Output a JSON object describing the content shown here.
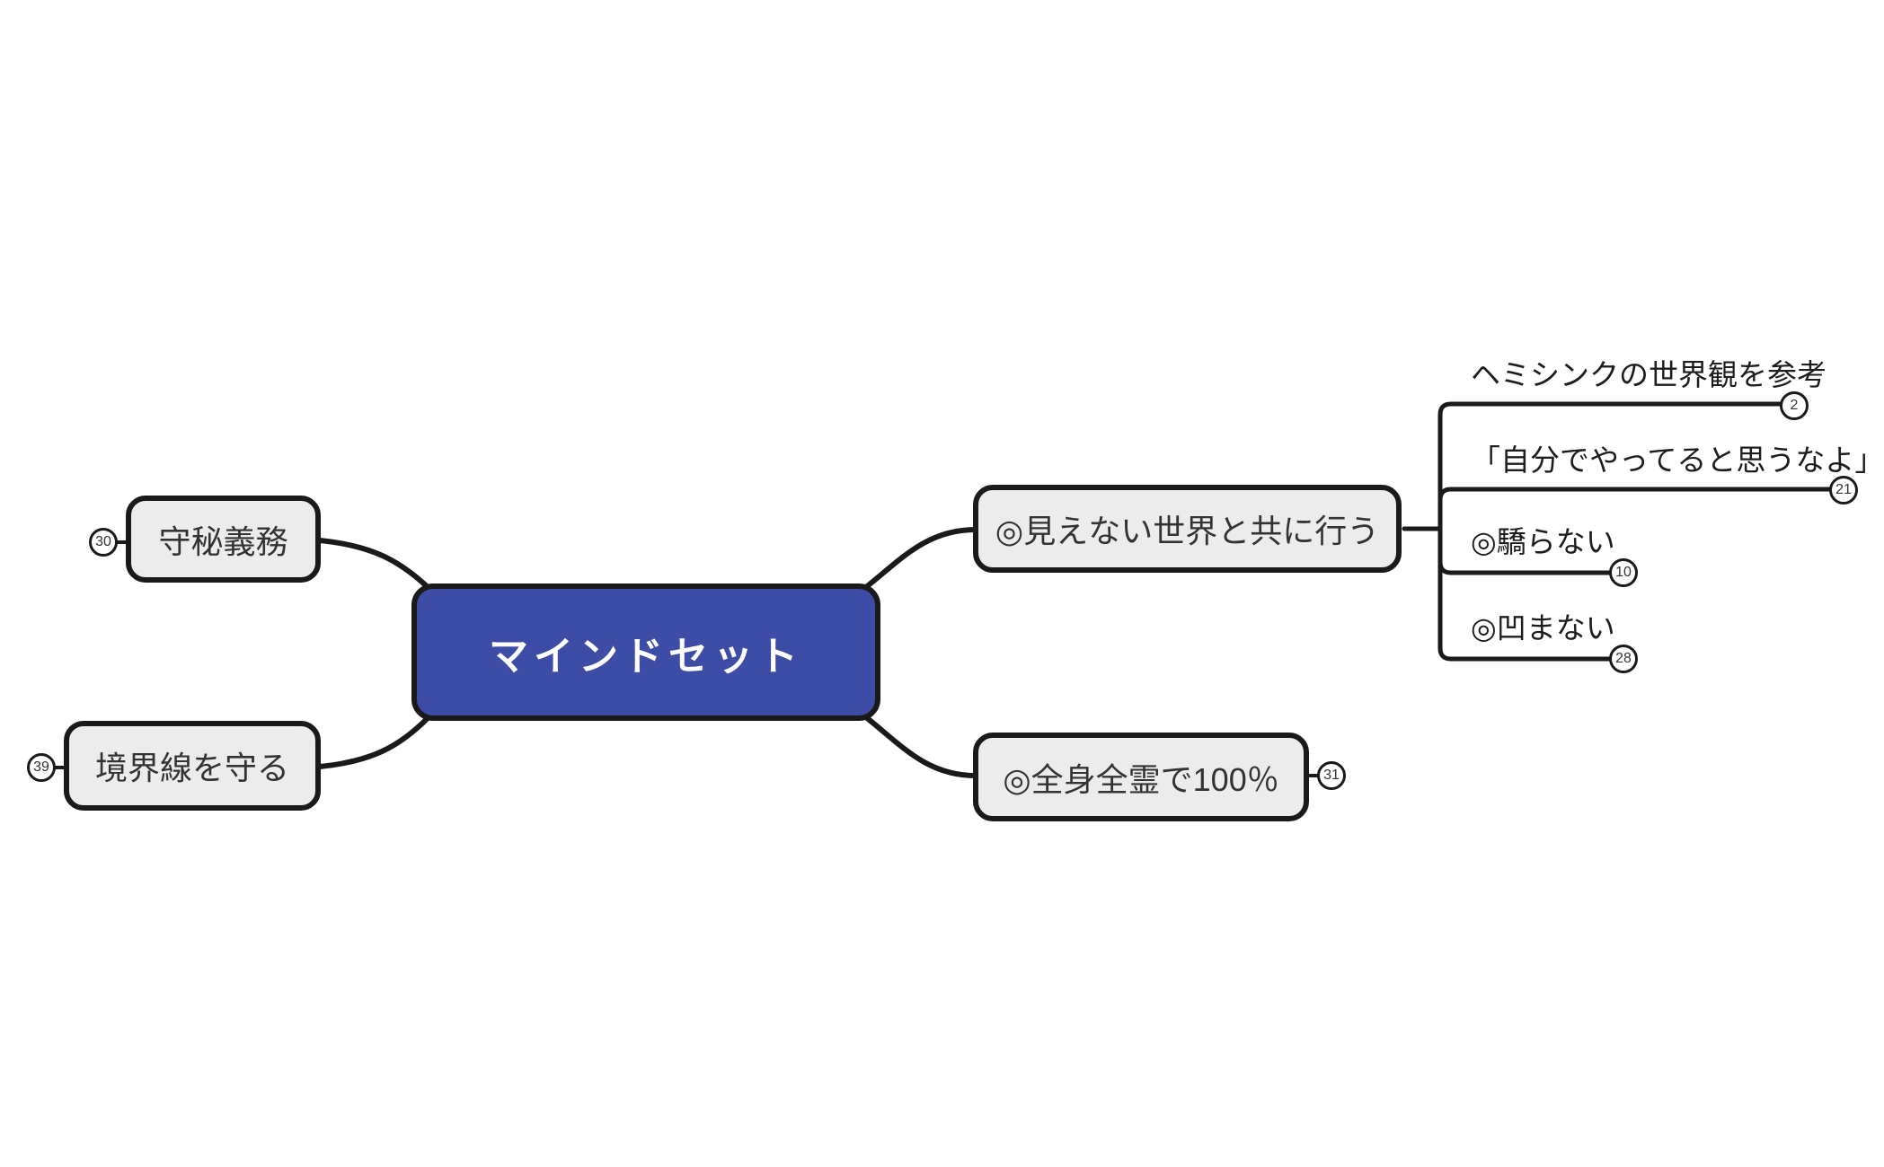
{
  "colors": {
    "root_fill": "#3d4ca4",
    "root_text": "#ffffff",
    "node_fill": "#ececec",
    "node_text": "#333333",
    "line": "#1a1a1a",
    "badge_fill": "#ffffff",
    "canvas_bg": "#ffffff"
  },
  "mindmap": {
    "root": {
      "label": "マインドセット"
    },
    "left": [
      {
        "label": "守秘義務",
        "badge": "30"
      },
      {
        "label": "境界線を守る",
        "badge": "39"
      }
    ],
    "right": [
      {
        "label": "◎見えない世界と共に行う",
        "children": [
          {
            "label": "ヘミシンクの世界観を参考",
            "badge": "2"
          },
          {
            "label": "「自分でやってると思うなよ」",
            "badge": "21"
          },
          {
            "label": "◎驕らない",
            "badge": "10"
          },
          {
            "label": "◎凹まない",
            "badge": "28"
          }
        ]
      },
      {
        "label": "◎全身全霊で100％",
        "badge": "31"
      }
    ]
  }
}
